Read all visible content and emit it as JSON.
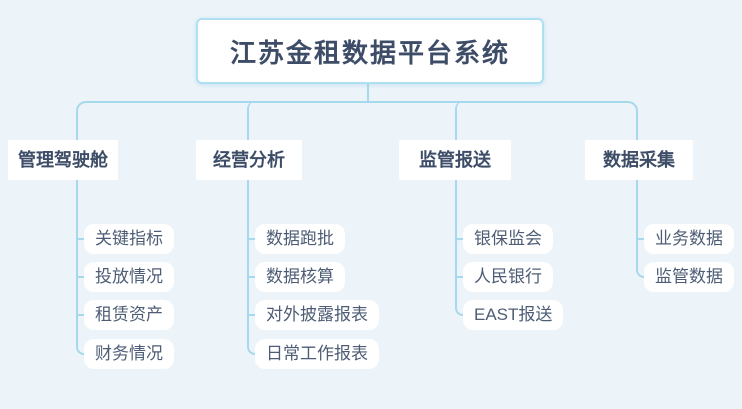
{
  "root": {
    "title": "江苏金租数据平台系统"
  },
  "branches": [
    {
      "label": "管理驾驶舱",
      "children": [
        "关键指标",
        "投放情况",
        "租赁资产",
        "财务情况"
      ]
    },
    {
      "label": "经营分析",
      "children": [
        "数据跑批",
        "数据核算",
        "对外披露报表",
        "日常工作报表"
      ]
    },
    {
      "label": "监管报送",
      "children": [
        "银保监会",
        "人民银行",
        "EAST报送"
      ]
    },
    {
      "label": "数据采集",
      "children": [
        "业务数据",
        "监管数据"
      ]
    }
  ],
  "colors": {
    "background": "#ecf4f9",
    "connector_line": "#a7d9ec",
    "root_border": "#aedff2",
    "node_background": "#ffffff",
    "title_text": "#3e4d67",
    "leaf_text": "#4e5d75"
  }
}
